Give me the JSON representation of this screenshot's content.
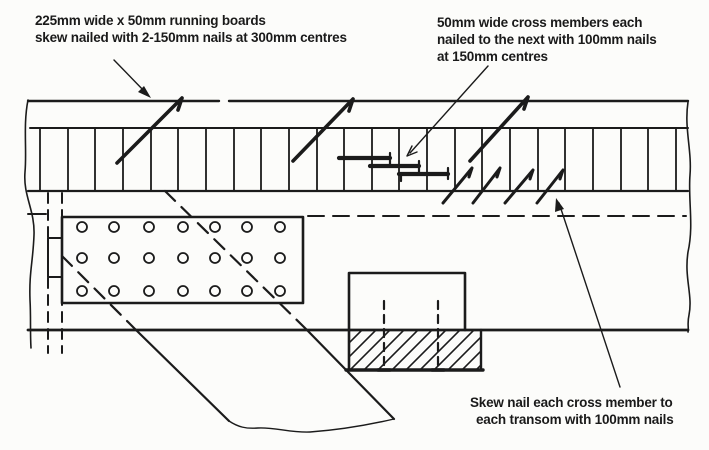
{
  "diagram": {
    "background_color": "#fcfcfa",
    "ink_color": "#1b1b1b",
    "annotations": {
      "running_boards": {
        "line1": "225mm wide x 50mm running boards",
        "line2": "skew nailed with 2-150mm nails at 300mm centres"
      },
      "cross_members": {
        "line1": "50mm wide cross members each",
        "line2": "nailed to the next with 100mm nails",
        "line3": "at 150mm centres"
      },
      "skew_nail": {
        "line1": "Skew nail each cross member to",
        "line2": "each transom with 100mm nails"
      }
    }
  }
}
